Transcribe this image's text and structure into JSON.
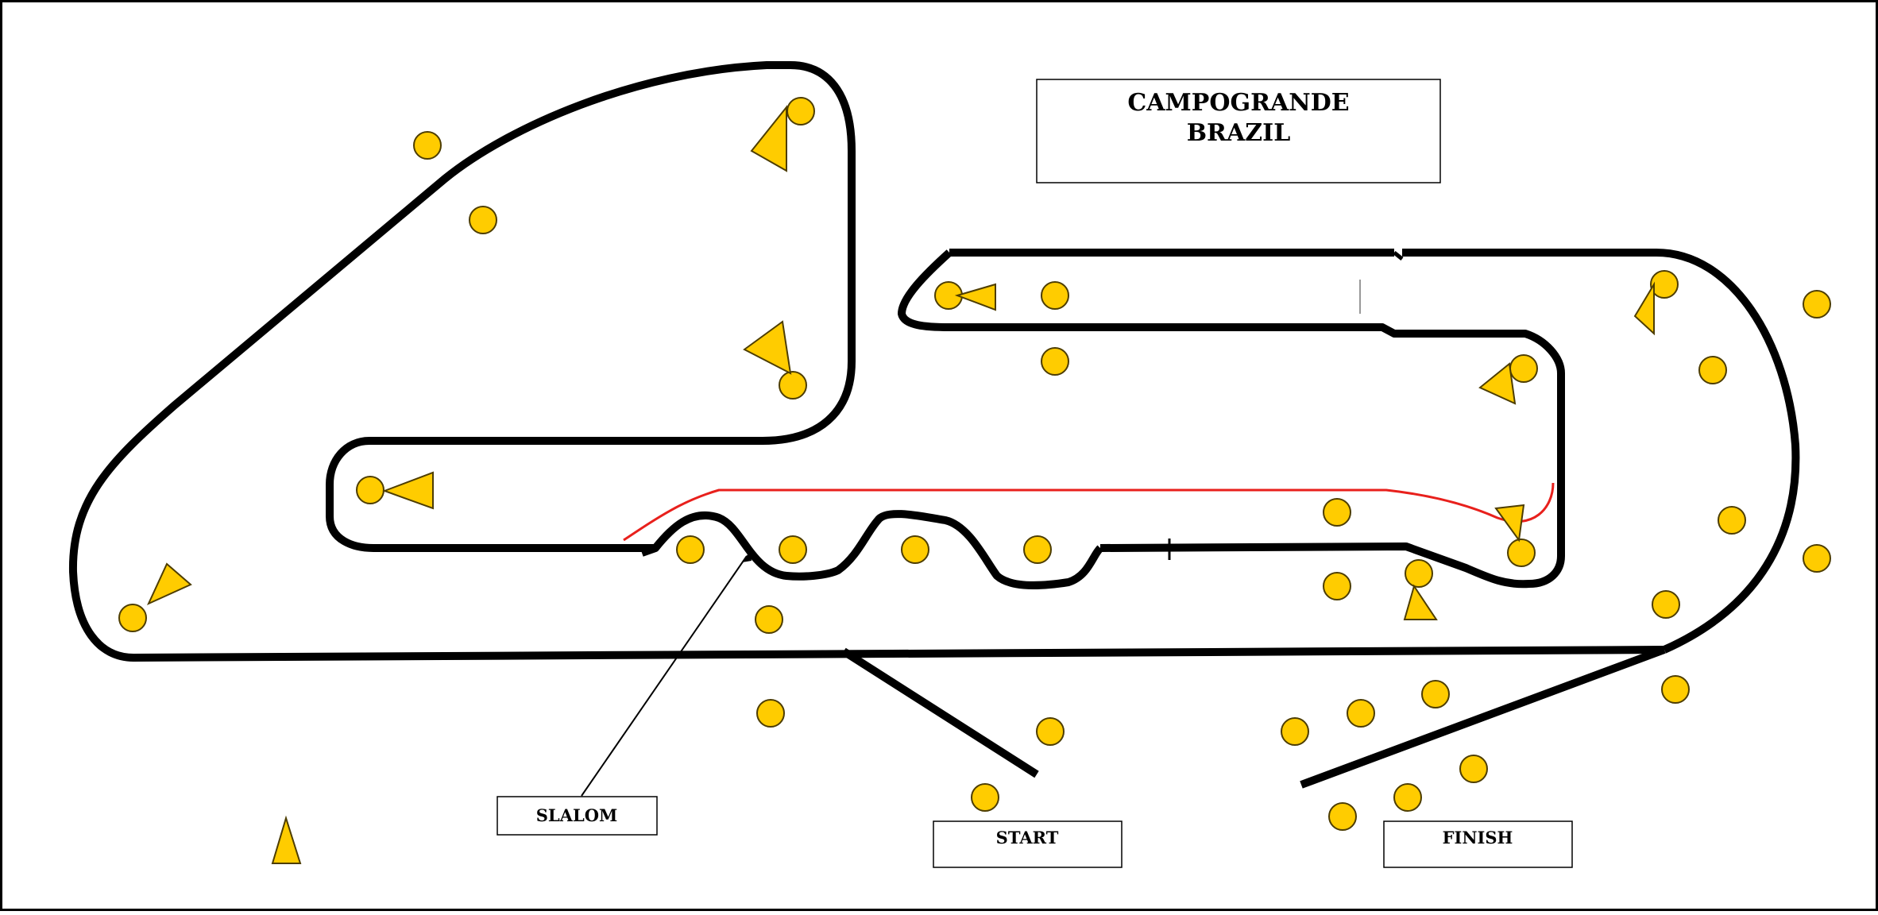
{
  "title": {
    "line1": "CAMPOGRANDE",
    "line2": "BRAZIL"
  },
  "labels": {
    "slalom": "SLALOM",
    "start": "START",
    "finish": "FINISH"
  },
  "legend_colors": {
    "track": "#000000",
    "racing_line": "#e8201c",
    "marker_fill": "#ffcc00",
    "marker_stroke": "#4d3d00"
  },
  "markers": {
    "cones_description": "yellow-circle",
    "arrows_description": "yellow-triangle"
  }
}
